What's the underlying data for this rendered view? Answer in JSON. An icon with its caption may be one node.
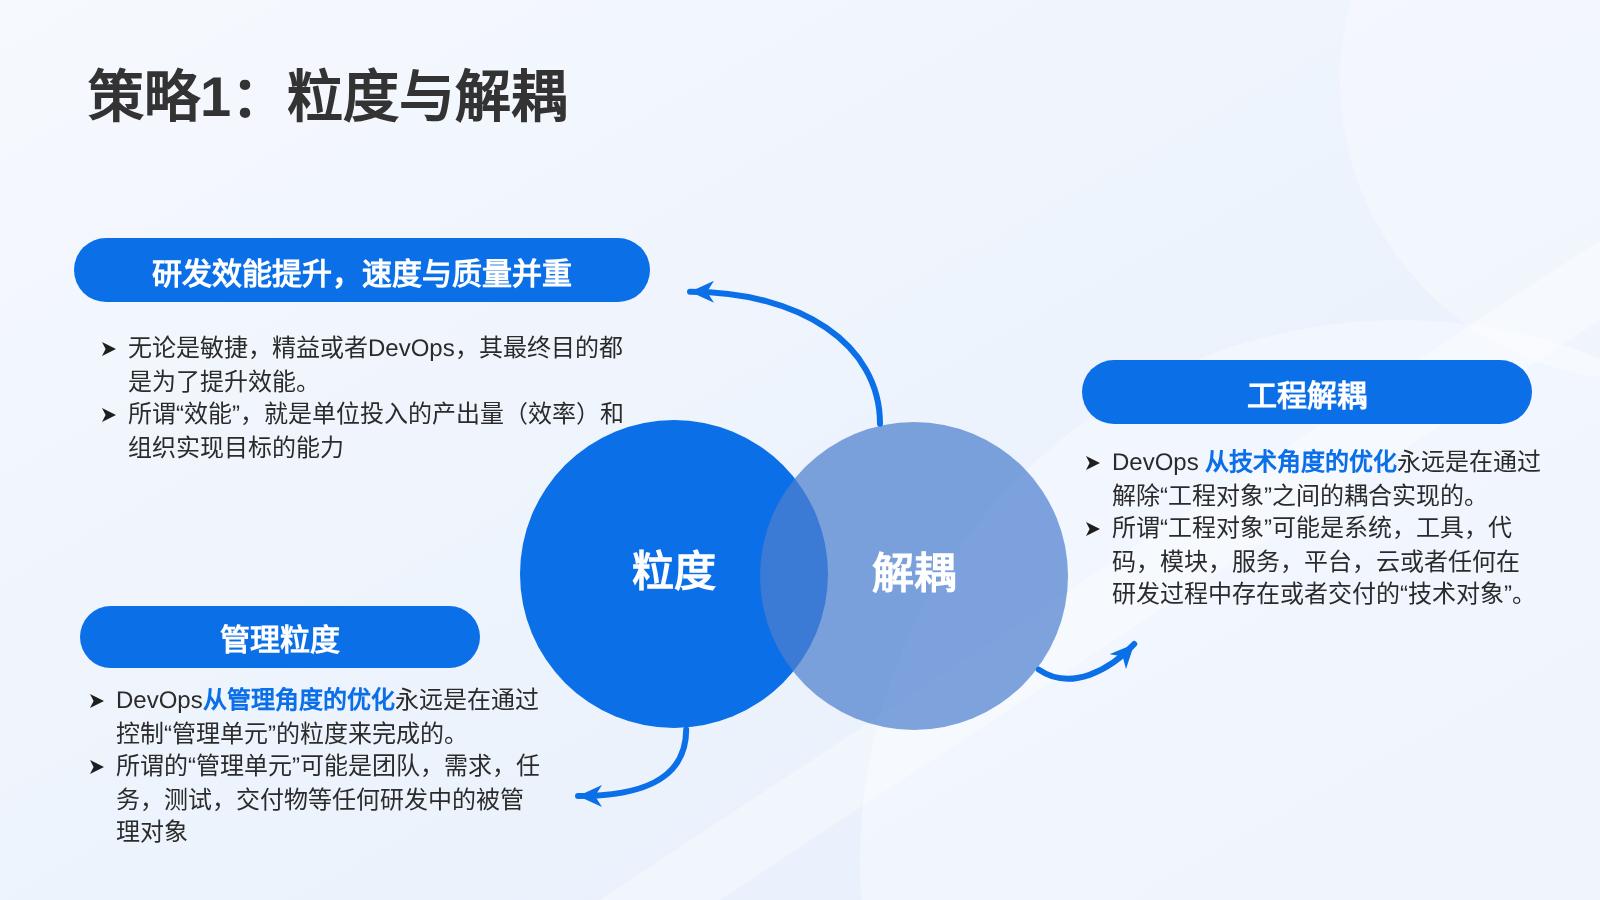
{
  "diagram": {
    "title": "策略1：粒度与解耦",
    "nodes": [
      {
        "text": [
          "研发效能提升，速度与质量并重",
          "无论是敏捷，精益或者DevOps，其最终目的都是为了提升效能。",
          "所谓“效能”，就是单位投入的产出量（效率）和组织实现目标的能力"
        ]
      },
      {
        "text": [
          "工程解耦",
          "DevOps **从技术角度的优化**永远是在通过解除“工程对象”之间的耦合实现的。",
          "所谓“工程对象”可能是系统，工具，代码，模块，服务，平台，云或者任何在研发过程中存在或者交付的“技术对象”。"
        ]
      },
      {
        "text": [
          "粒度"
        ]
      },
      {
        "text": [
          "解耦"
        ]
      },
      {
        "text": [
          "管理粒度",
          "DevOps**从管理角度的优化**永远是在通过控制“管理单元”的粒度来完成的。",
          "所谓的“管理单元”可能是团队，需求，任务，测试，交付物等任何研发中的被管理对象"
        ]
      }
    ],
    "edges": [
      {
        "from": 3,
        "to": 0,
        "arrow": "to"
      },
      {
        "from": 2,
        "to": 4,
        "arrow": "to"
      },
      {
        "from": 3,
        "to": 1,
        "arrow": "to"
      }
    ]
  }
}
